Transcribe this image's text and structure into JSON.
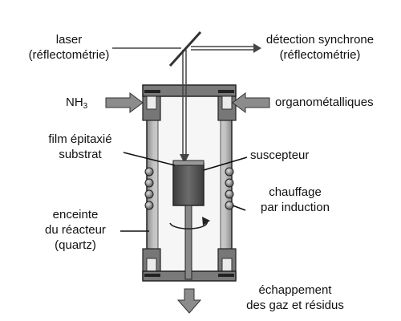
{
  "labels": {
    "laser_line1": "laser",
    "laser_line2": "(réflectométrie)",
    "detection_line1": "détection synchrone",
    "detection_line2": "(réflectométrie)",
    "nh3_main": "NH",
    "nh3_sub": "3",
    "organometal": "organométalliques",
    "film_line1": "film épitaxié",
    "film_line2": "substrat",
    "susceptor": "suscepteur",
    "heating_line1": "chauffage",
    "heating_line2": "par induction",
    "enclosure_line1": "enceinte",
    "enclosure_line2": "du réacteur",
    "enclosure_line3": "(quartz)",
    "exhaust_line1": "échappement",
    "exhaust_line2": "des gaz et résidus"
  }
}
